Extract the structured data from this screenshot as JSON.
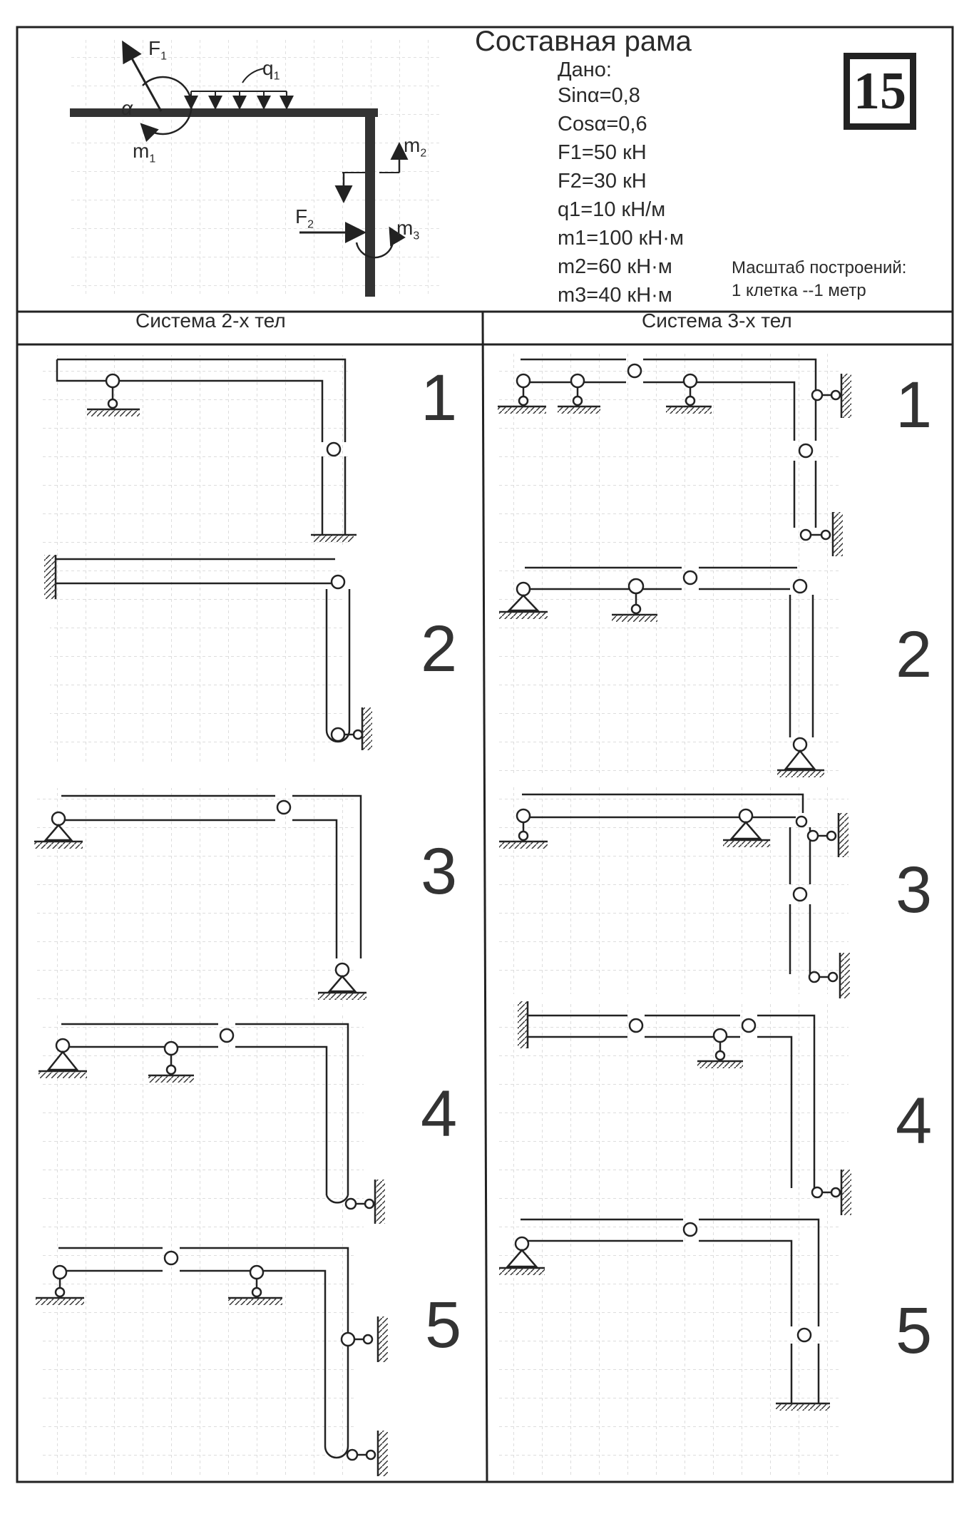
{
  "header": {
    "title": "Составная рама",
    "given_label": "Дано:",
    "given": [
      "Sinα=0,8",
      "Cosα=0,6",
      "F1=50 кН",
      "F2=30 кН",
      "q1=10 кН/м",
      "m1=100 кН·м",
      "m2=60 кН·м",
      "m3=40 кН·м"
    ],
    "variant": "15",
    "scale_title": "Масштаб построений:",
    "scale_value": "1 клетка --1 метр"
  },
  "load_labels": {
    "f1": "F",
    "f1_sub": "1",
    "q1": "q",
    "q1_sub": "1",
    "m1": "m",
    "m1_sub": "1",
    "m2": "m",
    "m2_sub": "2",
    "f2": "F",
    "f2_sub": "2",
    "m3": "m",
    "m3_sub": "3",
    "alpha": "α"
  },
  "columns": {
    "left": "Система 2-х тел",
    "right": "Система 3-х тел"
  },
  "left_numbers": [
    "1",
    "2",
    "3",
    "4",
    "5"
  ],
  "right_numbers": [
    "1",
    "2",
    "3",
    "4",
    "5"
  ]
}
